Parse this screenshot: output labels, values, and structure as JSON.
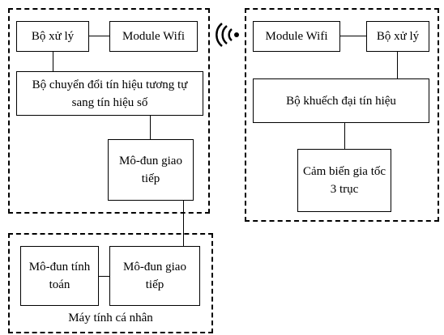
{
  "left_device": {
    "processor": "Bộ xử lý",
    "wifi_module": "Module Wifi",
    "adc": "Bộ chuyển đổi tín hiệu tương tự\nsang tín hiệu số",
    "comm_module": "Mô-đun giao\ntiếp"
  },
  "right_device": {
    "wifi_module": "Module Wifi",
    "processor": "Bộ xử lý",
    "amplifier": "Bộ khuếch đại tín hiệu",
    "sensor": "Cảm biến gia tốc\n3 trục"
  },
  "computer": {
    "compute_module": "Mô-đun tính\ntoán",
    "comm_module": "Mô-đun giao\ntiếp",
    "caption": "Máy tính cá nhân"
  },
  "wireless": {
    "icon": "wifi-signal-icon"
  }
}
